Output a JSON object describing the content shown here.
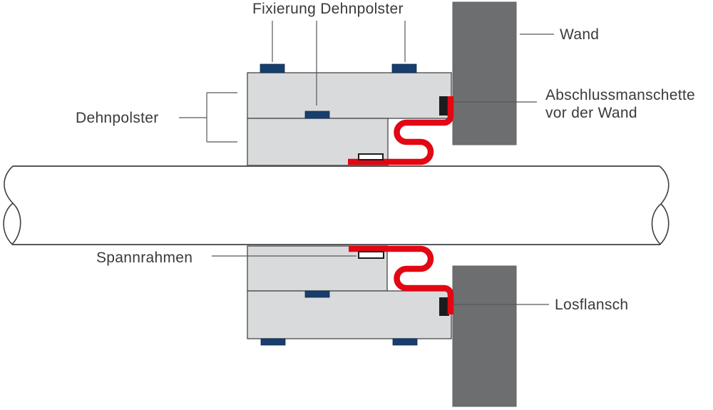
{
  "diagram": {
    "labels": {
      "fixierung_dehnpolster": "Fixierung Dehnpolster",
      "wand": "Wand",
      "abschlussmanschette_line1": "Abschlussmanschette",
      "abschlussmanschette_line2": "vor der Wand",
      "dehnpolster": "Dehnpolster",
      "spannrahmen": "Spannrahmen",
      "losflansch": "Losflansch"
    },
    "colors": {
      "background": "#ffffff",
      "pipe_fill": "#ffffff",
      "outline": "#3f4042",
      "block_gray": "#d9dadb",
      "block_outline": "#515254",
      "wall_gray": "#6d6e70",
      "wall_outline": "#606163",
      "blue_fixing": "#173e6c",
      "blue_outline": "#102e52",
      "red_sleeve": "#e30613",
      "black_flange": "#1c1c1c",
      "leader_gray": "#565759",
      "text": "#3a3a3c"
    }
  }
}
